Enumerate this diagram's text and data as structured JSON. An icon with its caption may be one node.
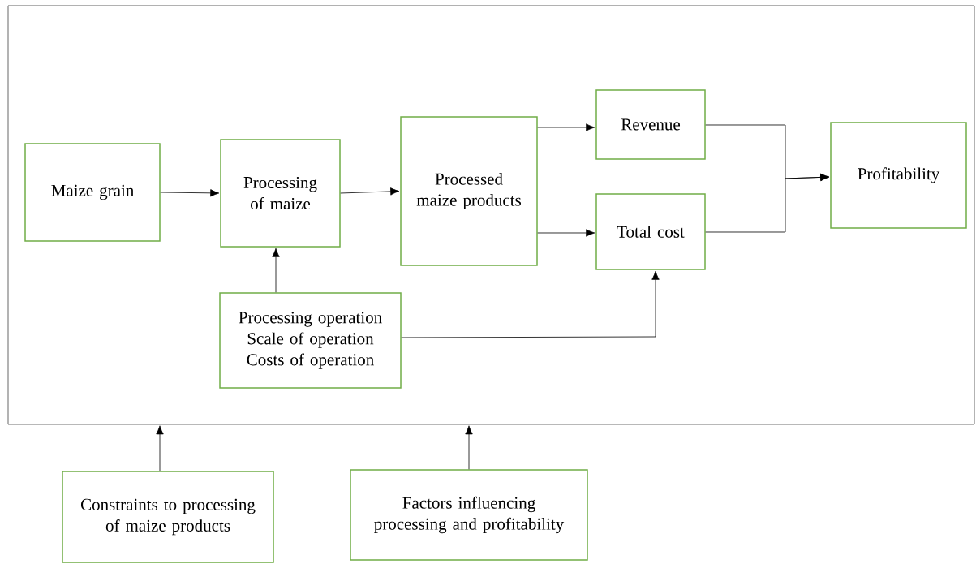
{
  "diagram": {
    "nodes": [
      {
        "text": [],
        "shape": "box"
      },
      {
        "text": [
          "Maize grain"
        ],
        "in": 0
      },
      {
        "text": [
          "Processing of maize"
        ],
        "in": 0
      },
      {
        "text": [
          "Processed maize products"
        ],
        "in": 0
      },
      {
        "text": [
          "Revenue"
        ],
        "in": 0
      },
      {
        "text": [
          "Total cost"
        ],
        "in": 0
      },
      {
        "text": [
          "Profitability"
        ],
        "in": 0
      },
      {
        "text": [
          "Processing operation",
          "Scale of operation",
          "Costs of operation"
        ],
        "in": 0
      },
      {
        "text": [
          "Constraints to processing of maize products"
        ]
      },
      {
        "text": [
          "Factors influencing processing and profitability"
        ]
      }
    ],
    "edges": [
      {
        "from": 1,
        "to": 2,
        "arrow": "to"
      },
      {
        "from": 2,
        "to": 3,
        "arrow": "to"
      },
      {
        "from": 3,
        "to": 4,
        "arrow": "to"
      },
      {
        "from": 3,
        "to": 5,
        "arrow": "to"
      },
      {
        "from": 4,
        "to": 6,
        "arrow": "to"
      },
      {
        "from": 5,
        "to": 6,
        "arrow": "to"
      },
      {
        "from": 7,
        "to": 2,
        "arrow": "to"
      },
      {
        "from": 7,
        "to": 5,
        "arrow": "to"
      },
      {
        "from": 8,
        "to": 0,
        "arrow": "to"
      },
      {
        "from": 9,
        "to": 0,
        "arrow": "to"
      }
    ]
  }
}
